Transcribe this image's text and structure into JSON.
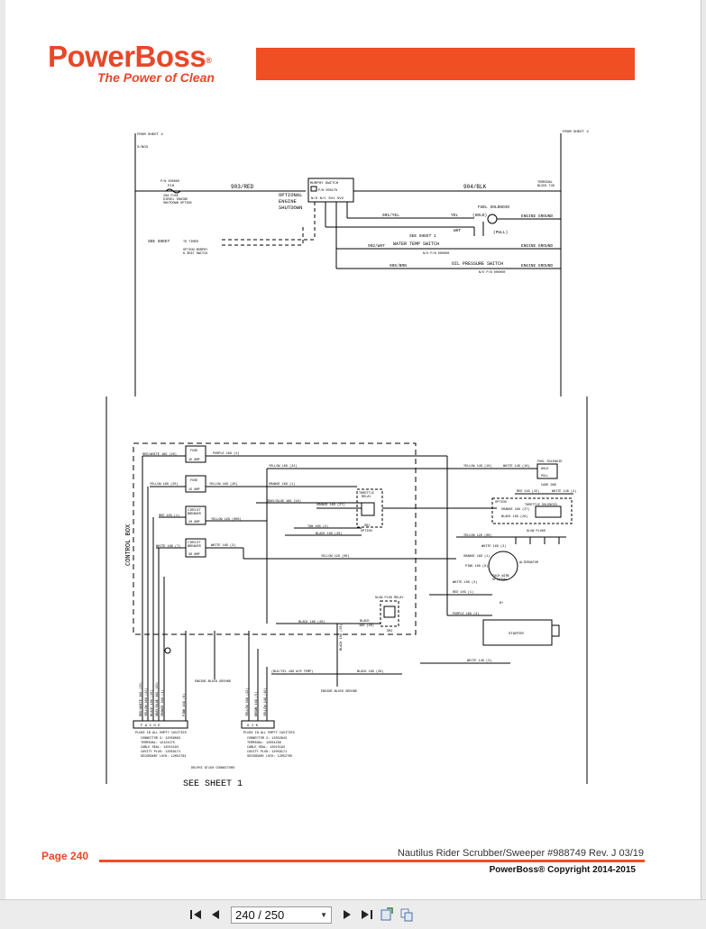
{
  "header": {
    "brand": "PowerBoss",
    "reg_mark": "®",
    "tagline": "The Power of Clean",
    "brand_color": "#e8472a",
    "bar_color": "#f04e23"
  },
  "diagram_top": {
    "from_sheet_left": "FROM SHEET 4",
    "from_sheet_right": "FROM SHEET 4",
    "left_tag": "S/NO3",
    "fuse_part": "P/N 300000",
    "fuse_id": "F10",
    "fuse_note_1": "20A FUSE",
    "fuse_note_2": "DIESEL ENGINE",
    "fuse_note_3": "SHUTDOWN OPTION",
    "wire_903": "903/RED",
    "murphy_title": "MURPHY SWITCH",
    "murphy_part": "P/N 000178",
    "murphy_contacts": "N/O N/C SV1 SV2",
    "optional_1": "OPTIONAL",
    "optional_2": "ENGINE",
    "optional_3": "SHUTDOWN",
    "wire_904": "904/BLK",
    "terminal_1": "TERMINAL",
    "terminal_2": "BLOCK T28",
    "fuel_solenoid": "FUEL SOLENOID",
    "hold": "(HOLD)",
    "pull": "(PULL)",
    "wire_901": "901/YEL",
    "yel": "YEL",
    "engine_ground_1": "ENGINE GROUND",
    "wht": "WHT",
    "see_sheet_1": "SEE SHEET 1",
    "see_sheet_left": "SEE SHEET",
    "to_timer": "TO TIMER",
    "option_1": "OPTION MURPHY",
    "option_2": "& SEAT SWITCH",
    "wire_902": "902/WHT",
    "water_temp": "WATER TEMP SWITCH",
    "water_temp_contact": "N/O P/N 000000",
    "engine_ground_2": "ENGINE GROUND",
    "wire_905": "905/BRN",
    "oil_pressure": "OIL PRESSURE SWITCH",
    "oil_contact": "N/O P/N 000000",
    "engine_ground_3": "ENGINE GROUND"
  },
  "diagram_bottom": {
    "control_box": "CONTROL BOX",
    "wire_red_white": "RED/WHITE 16G (20)",
    "fuse1": "FUSE",
    "fuse1_amp": "15 AMP",
    "wire_purple": "PURPLE 16G (4)",
    "wire_yellow1": "YELLOW 16G (22)",
    "wire_yellow_left": "YELLOW 16G (20)",
    "fuse2": "FUSE",
    "fuse2_amp": "15 AMP",
    "wire_yellow2": "YELLOW 16G (20)",
    "wire_orange1": "ORANGE 16G (1)",
    "throttle_relay_1": "THROTTLE",
    "throttle_relay_2": "RELAY",
    "wire_gray_blue": "GRAY/BLUE 16G (10)",
    "wire_orange2": "ORANGE 16G (27)",
    "cb1_1": "CIRCUIT",
    "cb1_2": "BREAKER",
    "cb1_amp": "20 AMP",
    "wire_red_left": "RED 10G (1)",
    "wire_yellow3": "YELLOW 12G (000)",
    "wire_tan": "TAN 16G (2)",
    "wire_black1": "BLACK 16G (28)",
    "sr1": "SR1",
    "option_relay": "OPTION",
    "wire_white_left": "WHITE 16G (7)",
    "cb2_1": "CIRCUIT",
    "cb2_2": "BREAKER",
    "cb2_amp": "30 AMP",
    "wire_white1": "WHITE 16G (3)",
    "wire_yellow4": "YELLOW 12G (00)",
    "fuel_solenoid": "FUEL SOLENOID",
    "hold": "HOLD",
    "pull": "PULL",
    "case_gnd": "CASE GND",
    "wire_yellow_fs": "YELLOW 14G (10)",
    "wire_white_fs": "WHITE 14G (10)",
    "wire_red_ts": "RED 14G (15)",
    "wire_white_ts": "WHITE 14G (4)",
    "option_ts": "OPTION",
    "throttle_solenoid": "THROTTLE SOLENOID",
    "wire_orange_ts": "ORANGE 16G (27)",
    "wire_black_ts": "BLACK 16G (26)",
    "glow_plugs": "GLOW PLUGS",
    "wire_yellow_gp": "YELLOW 12G (00)",
    "wire_white_gp": "WHITE 16G (3)",
    "alternator": "ALTERNATOR",
    "wire_orange_alt": "ORANGE 16G (1)",
    "wire_pink": "PINK 16G (8)",
    "tach_1": "TACH WIRE",
    "tach_2": "OPTIONAL",
    "wire_white_alt": "WHITE 10G (3)",
    "wire_red_b": "RED 10G (1)",
    "b_plus": "B+",
    "glow_relay": "GLOW PLUG RELAY",
    "wire_black_gr": "BLACK 16G (28)",
    "black_label": "BLACK",
    "black_sub": "16G (28)",
    "sr2": "SR2",
    "wire_purple_st": "PURPLE 16G (4)",
    "starter": "STARTER",
    "wire_black_vert": "BLACK 16G (28)",
    "wire_white_st": "WHITE 14G (3)",
    "blk_yel": "(BLK/YEL 18G W/R TEMP)",
    "wire_black_gnd": "BLACK 16G (28)",
    "engine_block_ground_1": "ENGINE-BLOCK GROUND",
    "engine_block_ground_2": "ENGINE-BLOCK GROUND",
    "conn1_wires": [
      "RED/WHITE 16G (20)",
      "YELLOW 16G (22)",
      "BLACK 16G (28)",
      "GRAY/BLUE 16G (10)",
      "ORANGE 16G (1)",
      "PINK 16G (8)"
    ],
    "conn1_pins": "F A C D E",
    "conn1_plug": "PLUGS IN ALL EMPTY CAVITIES",
    "conn1_detail": [
      "CONNECTOR 3: 12059063",
      "TERMINAL: 12124275",
      "CABLE SEAL: 12015193",
      "CAVITY PLUG: 12059171",
      "SECONDARY LOCK: 12052784"
    ],
    "conn2_wires": [
      "YELLOW 16G (22)",
      "BROWN 16G (5)",
      "YELLOW 14G (10)"
    ],
    "conn2_pins": "G J K",
    "conn2_plug": "PLUGS IN ALL EMPTY CAVITIES",
    "conn2_detail": [
      "CONNECTOR 2: 12052843",
      "TERMINAL: 12034269",
      "CABLE SEAL: 12015193",
      "CAVITY PLUG: 12059171",
      "SECONDARY LOCK: 12052785"
    ],
    "delphi": "DELPHI GT150 CONNECTORS",
    "see_sheet": "SEE SHEET 1"
  },
  "footer": {
    "page_label": "Page  240",
    "doc_title": "Nautilus Rider Scrubber/Sweeper #988749 Rev. J 03/19",
    "copyright": "PowerBoss® Copyright 2014-2015"
  },
  "viewer": {
    "page_indicator": "240 / 250",
    "icons": [
      "first-page-icon",
      "prev-page-icon",
      "next-page-icon",
      "last-page-icon",
      "save-page-icon",
      "copy-page-icon"
    ]
  }
}
